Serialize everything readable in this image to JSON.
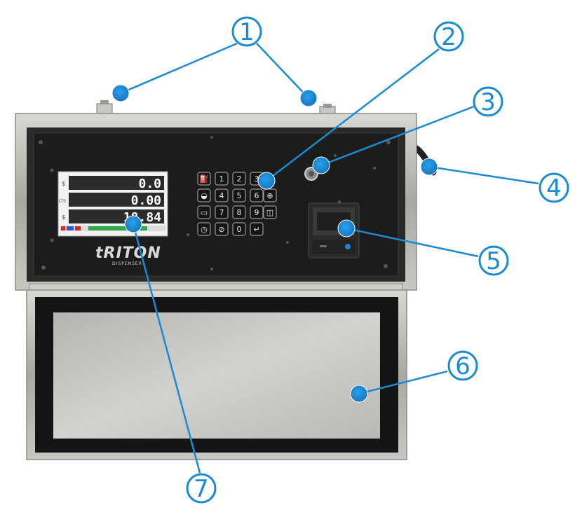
{
  "display": {
    "rows": [
      {
        "label": "$",
        "value": "0.0"
      },
      {
        "label": "LTS",
        "value": "0.00"
      },
      {
        "label": "$",
        "value": "18.84"
      }
    ]
  },
  "keypad": {
    "keys": [
      {
        "label": "⛽",
        "name": "key-fuel-icon"
      },
      {
        "label": "1",
        "name": "key-1"
      },
      {
        "label": "2",
        "name": "key-2"
      },
      {
        "label": "3",
        "name": "key-3"
      },
      {
        "label": "◒",
        "name": "key-gauge-icon"
      },
      {
        "label": "4",
        "name": "key-4"
      },
      {
        "label": "5",
        "name": "key-5"
      },
      {
        "label": "6",
        "name": "key-6"
      },
      {
        "label": "▭",
        "name": "key-card-icon"
      },
      {
        "label": "7",
        "name": "key-7"
      },
      {
        "label": "8",
        "name": "key-8"
      },
      {
        "label": "9",
        "name": "key-9"
      },
      {
        "label": "◷",
        "name": "key-clock-icon"
      },
      {
        "label": "⊘",
        "name": "key-cancel-icon"
      },
      {
        "label": "0",
        "name": "key-0"
      },
      {
        "label": "↵",
        "name": "key-enter-icon"
      }
    ],
    "side_keys": [
      {
        "label": "⊕",
        "name": "key-wheel-icon"
      },
      {
        "label": "◫",
        "name": "key-receipt-icon"
      }
    ]
  },
  "brand": {
    "name": "tRITON",
    "sub": "DISPENSER"
  },
  "callouts": [
    {
      "number": "1"
    },
    {
      "number": "2"
    },
    {
      "number": "3"
    },
    {
      "number": "4"
    },
    {
      "number": "5"
    },
    {
      "number": "6"
    },
    {
      "number": "7"
    }
  ],
  "colors": {
    "callout": "#1a8ad4",
    "panel": "#1c1c1c",
    "frame": "#b9b9b4",
    "lid": "#c4c4c0",
    "seal": "#141414"
  }
}
